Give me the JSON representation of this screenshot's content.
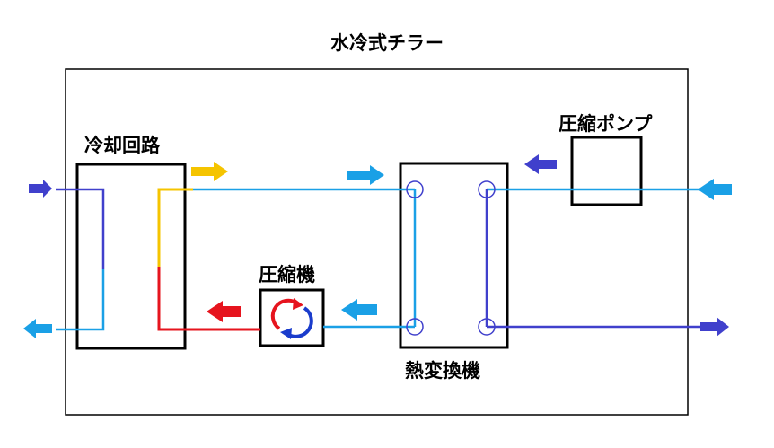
{
  "title": "水冷式チラー",
  "labels": {
    "cooling_circuit": "冷却回路",
    "pump": "圧縮ポンプ",
    "compressor": "圧縮機",
    "heat_exchanger": "熱変換機"
  },
  "colors": {
    "water_light": "#1aa0e6",
    "water_dark": "#4040cc",
    "hot": "#e6141e",
    "warm": "#f5c400",
    "outline": "#000000"
  },
  "icons": {
    "compressor": "cycle-arrows-icon",
    "arrows": "flow-arrow-icon"
  }
}
